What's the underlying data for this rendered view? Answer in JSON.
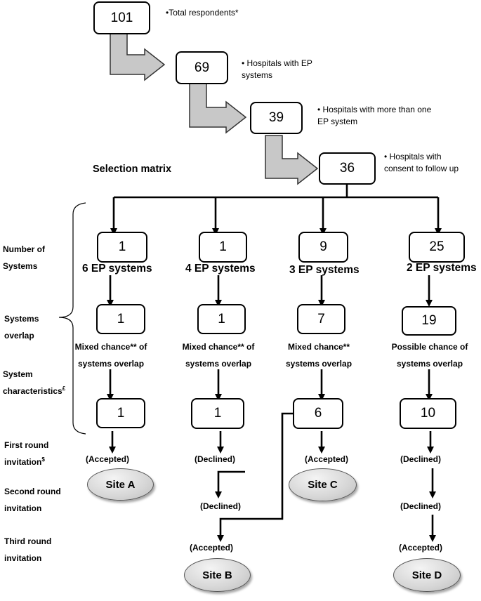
{
  "funnel": [
    {
      "count": "101",
      "note": "•Total respondents*"
    },
    {
      "count": "69",
      "note": "• Hospitals with EP systems"
    },
    {
      "count": "39",
      "note": "• Hospitals with more than one EP system"
    },
    {
      "count": "36",
      "note": "• Hospitals with consent to follow up"
    }
  ],
  "selection_title": "Selection matrix",
  "row_labels": {
    "number_of_systems": "Number of Systems",
    "systems_overlap": "Systems overlap",
    "system_characteristics": "System characteristics",
    "system_characteristics_sup": "£",
    "first_round": "First round invitation",
    "first_round_sup": "$",
    "second_round": "Second round invitation",
    "third_round": "Third round invitation"
  },
  "columns": [
    {
      "count": "1",
      "systems": "6 EP systems",
      "overlap": "1",
      "chance": "Mixed chance** of systems overlap",
      "characteristics": "1",
      "first": "(Accepted)",
      "site": "Site A"
    },
    {
      "count": "1",
      "systems": "4 EP systems",
      "overlap": "1",
      "chance": "Mixed chance** of systems overlap",
      "characteristics": "1",
      "first": "(Declined)",
      "second": "(Declined)",
      "third": "(Accepted)",
      "site": "Site B"
    },
    {
      "count": "9",
      "systems": "3 EP systems",
      "overlap": "7",
      "chance": "Mixed chance** systems overlap",
      "characteristics": "6",
      "first": "(Accepted)",
      "site": "Site C"
    },
    {
      "count": "25",
      "systems": "2 EP systems",
      "overlap": "19",
      "chance": "Possible chance of systems overlap",
      "characteristics": "10",
      "first": "(Declined)",
      "second": "(Declined)",
      "third": "(Accepted)",
      "site": "Site D"
    }
  ]
}
